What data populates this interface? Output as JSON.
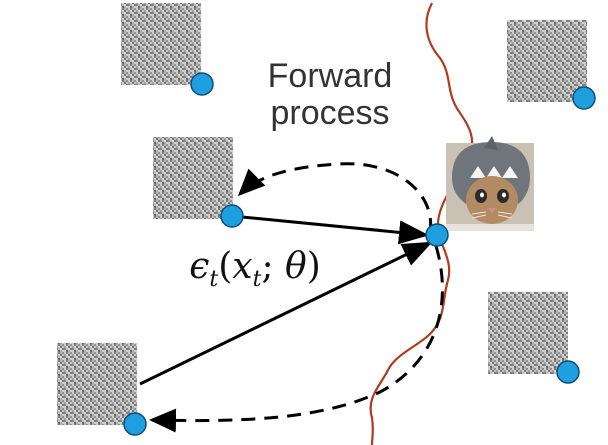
{
  "labels": {
    "forward_line1": "Forward",
    "forward_line2": "process",
    "epsilon": "ϵ",
    "epsilon_sub": "t",
    "epsilon_args_open": "(",
    "epsilon_x": "x",
    "epsilon_x_sub": "t",
    "epsilon_sep": "; ",
    "epsilon_theta": "θ",
    "epsilon_args_close": ")"
  },
  "colors": {
    "point_fill": "#1ea0e0",
    "point_stroke": "#0b4f78",
    "boundary": "#b23a1e",
    "arrow": "#000000",
    "text": "#333333"
  },
  "nodes": [
    {
      "name": "noise-top-left",
      "kind": "noise"
    },
    {
      "name": "noise-middle-left",
      "kind": "noise"
    },
    {
      "name": "noise-bottom-left",
      "kind": "noise"
    },
    {
      "name": "noise-top-right",
      "kind": "noise"
    },
    {
      "name": "noise-bottom-right",
      "kind": "noise"
    },
    {
      "name": "cat-image",
      "kind": "image",
      "icon": "cat-in-shark-hat-icon"
    }
  ]
}
